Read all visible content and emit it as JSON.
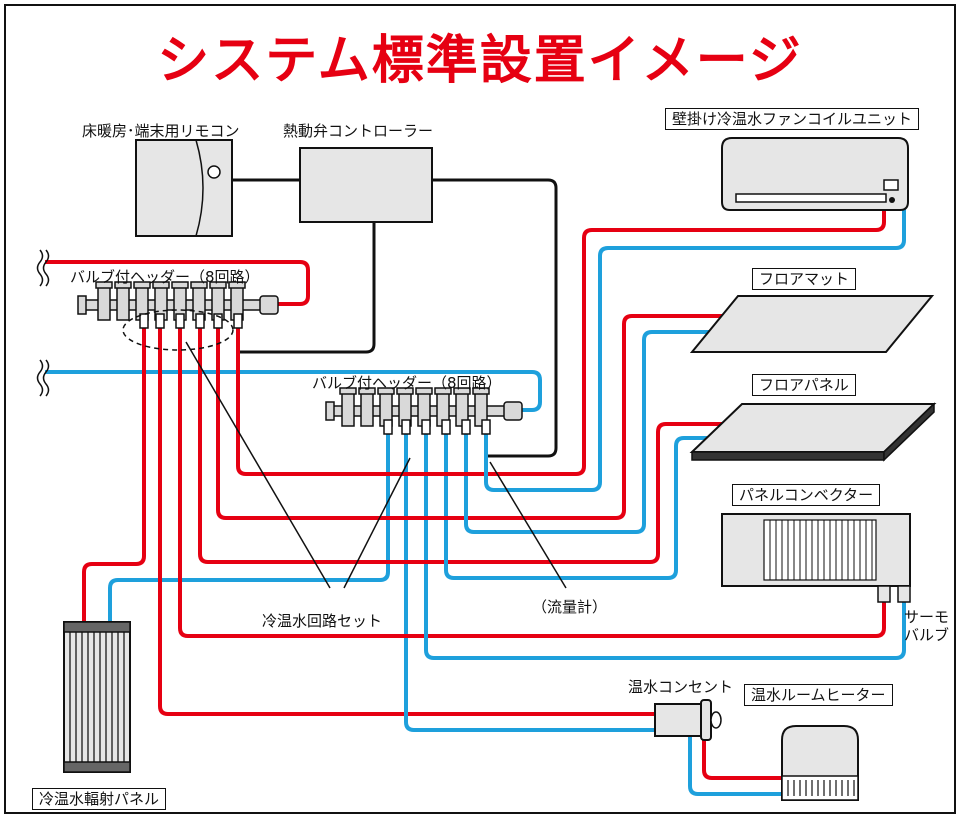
{
  "title": "システム標準設置イメージ",
  "labels": {
    "remote": "床暖房･端末用リモコン",
    "controller": "熱動弁コントローラー",
    "header1": "バルブ付ヘッダー（8回路）",
    "header2": "バルブ付ヘッダー（8回路）",
    "fancoil": "壁掛け冷温水ファンコイルユニット",
    "floormat": "フロアマット",
    "floorpanel": "フロアパネル",
    "convector": "パネルコンベクター",
    "thermo_valve_1": "サーモ",
    "thermo_valve_2": "バルブ",
    "circuit_set": "冷温水回路セット",
    "flowmeter": "（流量計）",
    "outlet": "温水コンセント",
    "room_heater": "温水ルームヒーター",
    "radiant_panel": "冷温水輻射パネル"
  },
  "colors": {
    "hot_pipe": "#e60012",
    "cold_pipe": "#1ea0dc",
    "signal_wire": "#111111",
    "title": "#e60012"
  }
}
